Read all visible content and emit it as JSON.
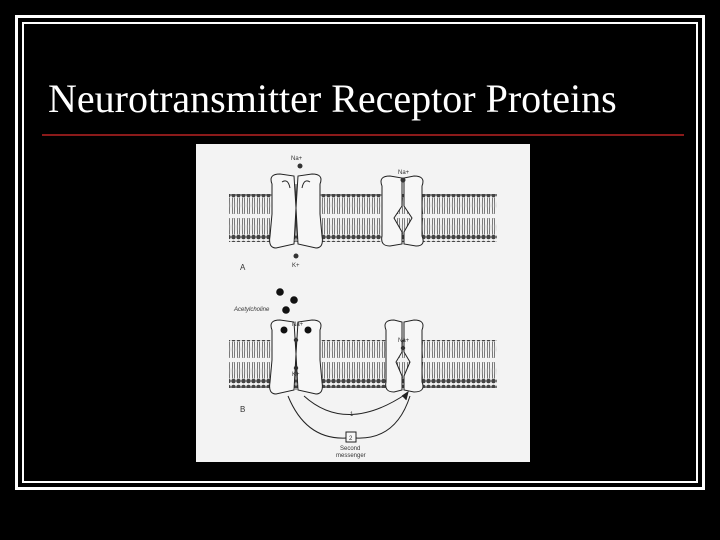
{
  "slide": {
    "title": "Neurotransmitter Receptor Proteins",
    "accent_color": "#8b1a1a",
    "background_color": "#000000"
  },
  "figure": {
    "panel_a": {
      "label": "A",
      "ion_top_left": "Na+",
      "ion_top_right": "Na+",
      "ion_bottom": "K+"
    },
    "panel_b": {
      "label": "B",
      "ligand_label": "Acetylcholine",
      "ion_top_left": "Na+",
      "ion_top_right": "Na+",
      "ion_inner": "K+",
      "arrow_label": "1",
      "box_label": "2",
      "second_messenger_label_line1": "Second",
      "second_messenger_label_line2": "messenger"
    }
  }
}
